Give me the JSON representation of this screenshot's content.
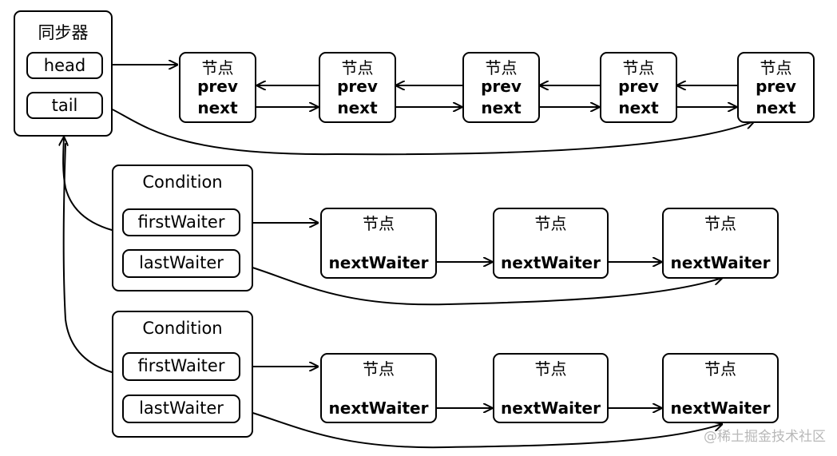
{
  "sync": {
    "title": "同步器",
    "head": "head",
    "tail": "tail"
  },
  "queue_nodes": [
    {
      "title": "节点",
      "prev": "prev",
      "next": "next"
    },
    {
      "title": "节点",
      "prev": "prev",
      "next": "next"
    },
    {
      "title": "节点",
      "prev": "prev",
      "next": "next"
    },
    {
      "title": "节点",
      "prev": "prev",
      "next": "next"
    },
    {
      "title": "节点",
      "prev": "prev",
      "next": "next"
    }
  ],
  "conditions": [
    {
      "title": "Condition",
      "first_waiter": "firstWaiter",
      "last_waiter": "lastWaiter",
      "nodes": [
        {
          "title": "节点",
          "next_waiter": "nextWaiter"
        },
        {
          "title": "节点",
          "next_waiter": "nextWaiter"
        },
        {
          "title": "节点",
          "next_waiter": "nextWaiter"
        }
      ]
    },
    {
      "title": "Condition",
      "first_waiter": "firstWaiter",
      "last_waiter": "lastWaiter",
      "nodes": [
        {
          "title": "节点",
          "next_waiter": "nextWaiter"
        },
        {
          "title": "节点",
          "next_waiter": "nextWaiter"
        },
        {
          "title": "节点",
          "next_waiter": "nextWaiter"
        }
      ]
    }
  ],
  "watermark": "@稀土掘金技术社区"
}
